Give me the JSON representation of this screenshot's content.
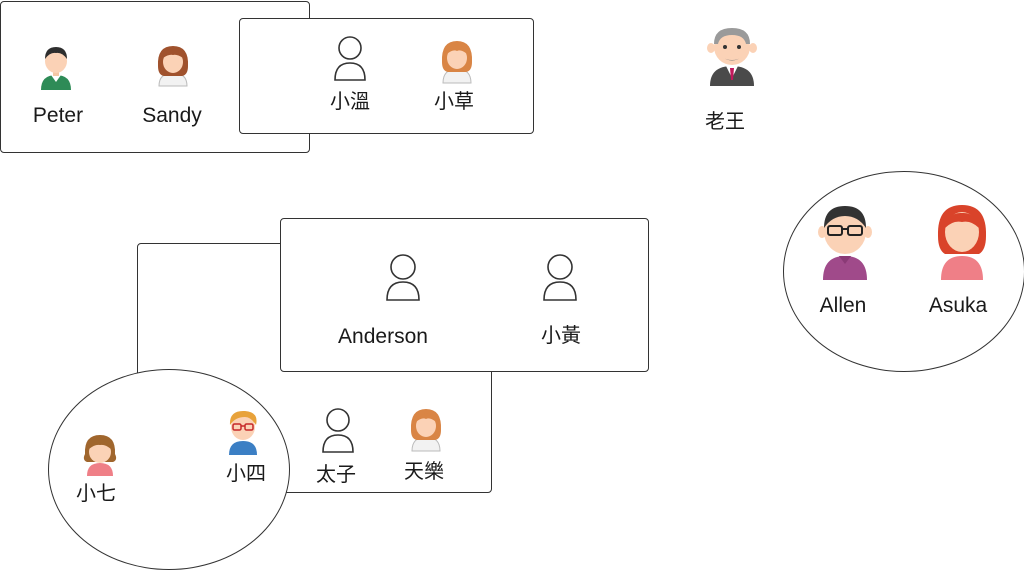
{
  "groups": {
    "group_top_left": {
      "members": [
        "Peter",
        "Sandy"
      ]
    },
    "group_top_middle": {
      "members": [
        "小溫",
        "小草"
      ]
    },
    "group_middle_back": {
      "members": [
        "太子",
        "天樂"
      ]
    },
    "group_middle_front": {
      "members": [
        "Anderson",
        "小黃"
      ]
    },
    "group_left_circle": {
      "members": [
        "小七",
        "小四"
      ]
    },
    "group_right_circle": {
      "members": [
        "Allen",
        "Asuka"
      ]
    }
  },
  "people": {
    "peter": "Peter",
    "sandy": "Sandy",
    "xiaowen": "小溫",
    "xiaocao": "小草",
    "laowang": "老王",
    "anderson": "Anderson",
    "xiaohuang": "小黃",
    "allen": "Allen",
    "asuka": "Asuka",
    "xiaoqi": "小七",
    "xiaosi": "小四",
    "taizi": "太子",
    "tianle": "天樂"
  },
  "icons": {
    "peter": "man-green-shirt-avatar-icon",
    "sandy": "woman-brown-hair-avatar-icon",
    "xiaowen": "generic-user-outline-icon",
    "xiaocao": "woman-orange-hair-avatar-icon",
    "laowang": "old-man-suit-avatar-icon",
    "anderson": "generic-user-outline-icon",
    "xiaohuang": "generic-user-outline-icon",
    "allen": "man-glasses-purple-avatar-icon",
    "asuka": "woman-red-hair-avatar-icon",
    "xiaoqi": "girl-pink-avatar-icon",
    "xiaosi": "man-glasses-blue-avatar-icon",
    "taizi": "generic-user-outline-icon",
    "tianle": "woman-orange-hair-avatar-icon"
  },
  "colors": {
    "border": "#333333",
    "skin": "#fbd2b6",
    "green_shirt": "#2e8b57",
    "purple_shirt": "#a04a8a",
    "red_hair": "#d9432a",
    "pink_shirt": "#ef7f87",
    "blue_shirt": "#3b7fc4",
    "suit_gray": "#4a4a4a"
  }
}
